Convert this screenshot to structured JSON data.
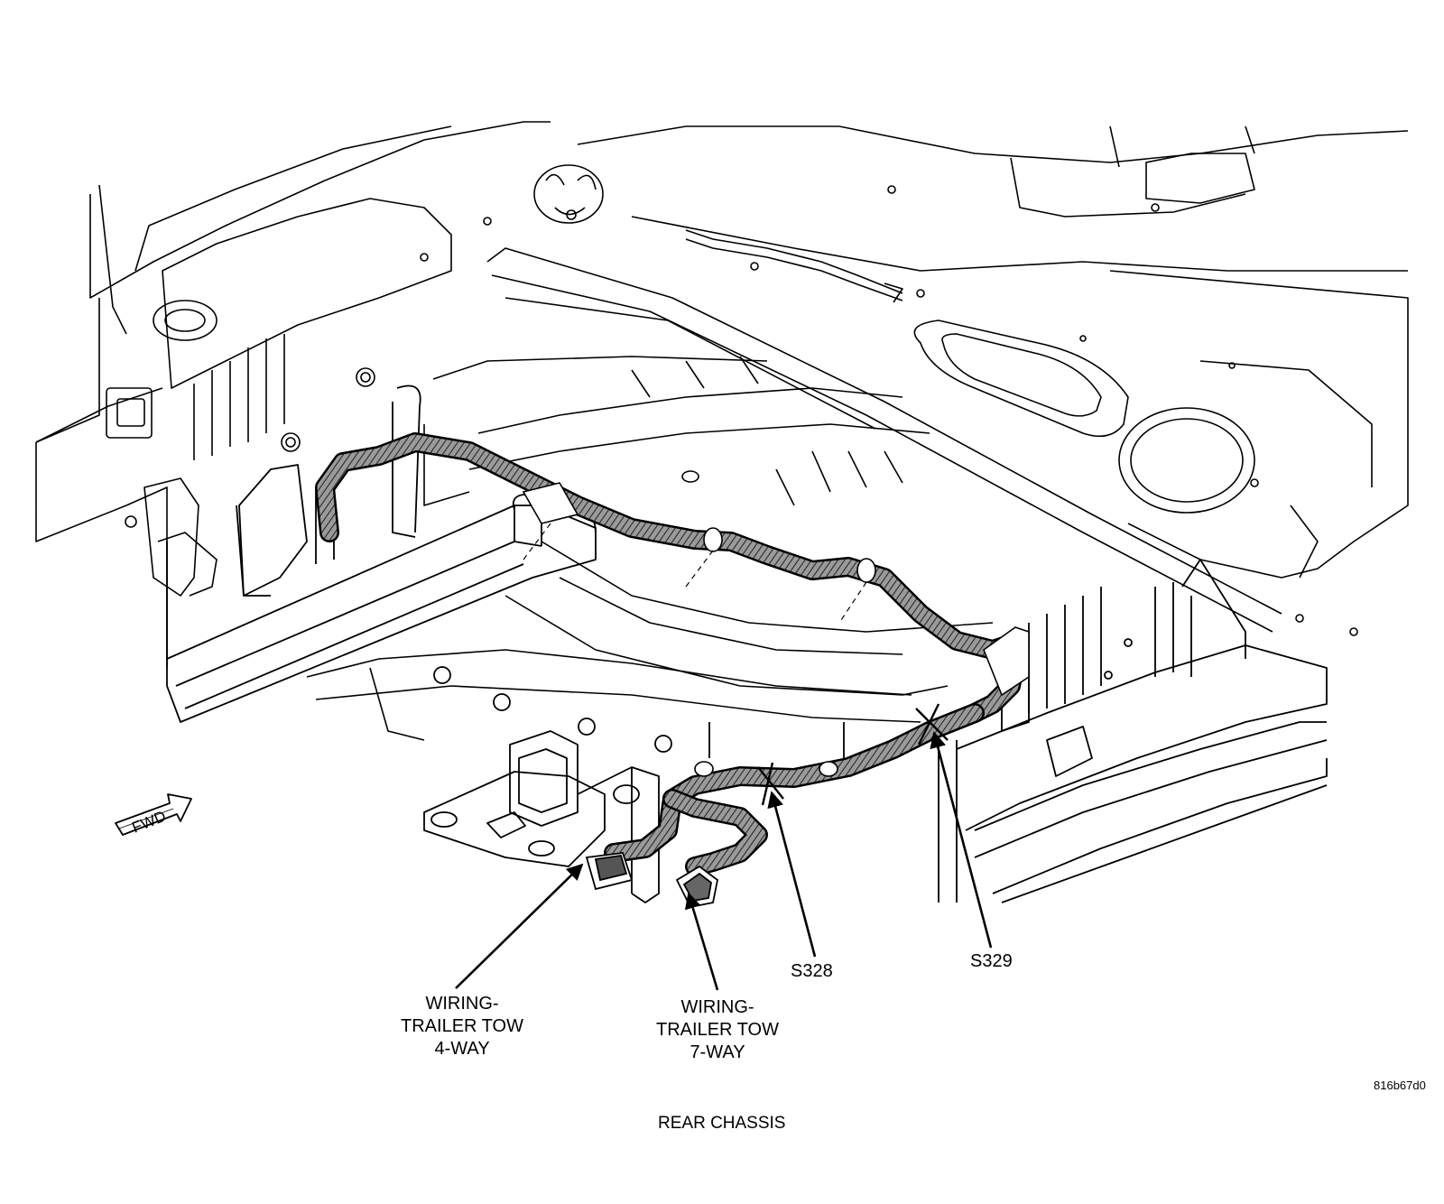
{
  "callouts": {
    "s328": "S328",
    "s329": "S329",
    "wiring_4way": [
      "WIRING-",
      "TRAILER TOW",
      "4-WAY"
    ],
    "wiring_7way": [
      "WIRING-",
      "TRAILER TOW",
      "7-WAY"
    ]
  },
  "fwd_label": "FWD",
  "figure_id": "816b67d0",
  "caption": "REAR CHASSIS",
  "colors": {
    "line": "#000000",
    "background": "#ffffff",
    "harness": "#7a7a7a"
  }
}
